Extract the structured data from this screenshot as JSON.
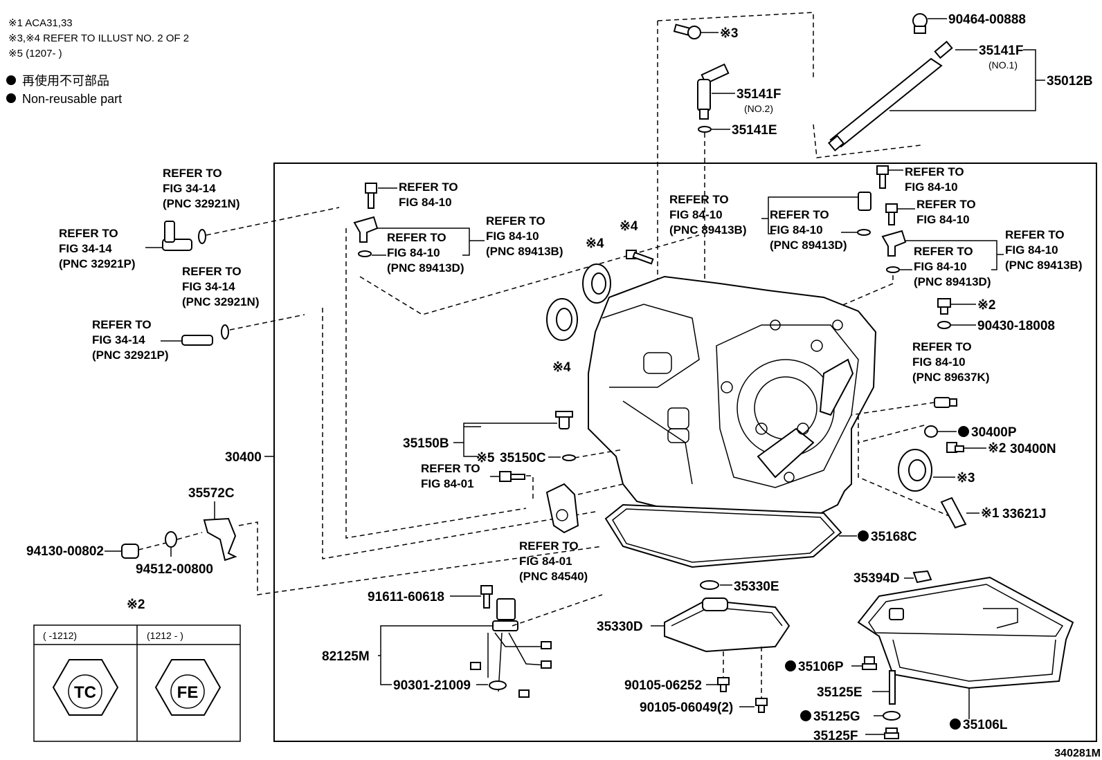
{
  "notes": {
    "n1": "※1 ACA31,33",
    "n2": "※3,※4 REFER TO ILLUST NO. 2 OF 2",
    "n3": "※5 (1207-      )"
  },
  "legend": {
    "jp": "再使用不可部品",
    "en": "Non-reusable part"
  },
  "labels": {
    "p90464": "90464-00888",
    "p35141F_1": "35141F",
    "no1": "(NO.1)",
    "p35012B": "35012B",
    "p35141F_2": "35141F",
    "no2": "(NO.2)",
    "p35141E": "35141E",
    "mark3_top": "※3",
    "mark4_a": "※4",
    "mark4_b": "※4",
    "mark4_c": "※4",
    "mark2_a": "※2",
    "mark2_b": "※2",
    "mark2_c": "※2",
    "mark3_b": "※3",
    "mark1": "※1",
    "mark5": "※5",
    "p90430": "90430-18008",
    "p30400P": "30400P",
    "p30400N": "30400N",
    "p33621J": "33621J",
    "p35168C": "35168C",
    "p35330E": "35330E",
    "p35394D": "35394D",
    "p35330D": "35330D",
    "p35106P": "35106P",
    "p35125E": "35125E",
    "p35125G": "35125G",
    "p35125F": "35125F",
    "p35106L": "35106L",
    "p90105a": "90105-06252",
    "p90105b": "90105-06049(2)",
    "p91611": "91611-60618",
    "p82125M": "82125M",
    "p90301": "90301-21009",
    "p35150B": "35150B",
    "p35150C": "35150C",
    "p30400": "30400",
    "p35572C": "35572C",
    "p94130": "94130-00802",
    "p94512": "94512-00800",
    "tc": "TC",
    "fe": "FE",
    "range1": "(      -1212)",
    "range2": "(1212  -      )",
    "footer": "340281M"
  },
  "refs": {
    "r1": [
      "REFER  TO",
      "FIG  34-14",
      "(PNC  32921N)"
    ],
    "r2": [
      "REFER  TO",
      "FIG  34-14",
      "(PNC  32921P)"
    ],
    "r3": [
      "REFER  TO",
      "FIG  34-14",
      "(PNC  32921N)"
    ],
    "r4": [
      "REFER  TO",
      "FIG  34-14",
      "(PNC  32921P)"
    ],
    "r5": [
      "REFER  TO",
      "FIG  84-10"
    ],
    "r6": [
      "REFER  TO",
      "FIG  84-10",
      "(PNC  89413D)"
    ],
    "r7": [
      "REFER  TO",
      "FIG  84-10",
      "(PNC  89413B)"
    ],
    "r8": [
      "REFER  TO",
      "FIG  84-10",
      "(PNC  89413B)"
    ],
    "r9": [
      "REFER  TO",
      "FIG  84-10",
      "(PNC  89413D)"
    ],
    "r10": [
      "REFER  TO",
      "FIG  84-10"
    ],
    "r11": [
      "REFER  TO",
      "FIG  84-10"
    ],
    "r12": [
      "REFER  TO",
      "FIG  84-10",
      "(PNC  89413B)"
    ],
    "r13": [
      "REFER  TO",
      "FIG  84-10",
      "(PNC  89413D)"
    ],
    "r14": [
      "REFER  TO",
      "FIG  84-10",
      "(PNC  89637K)"
    ],
    "r15": [
      "REFER  TO",
      "FIG  84-01"
    ],
    "r16": [
      "REFER  TO",
      "FIG  84-01",
      "(PNC  84540)"
    ]
  }
}
